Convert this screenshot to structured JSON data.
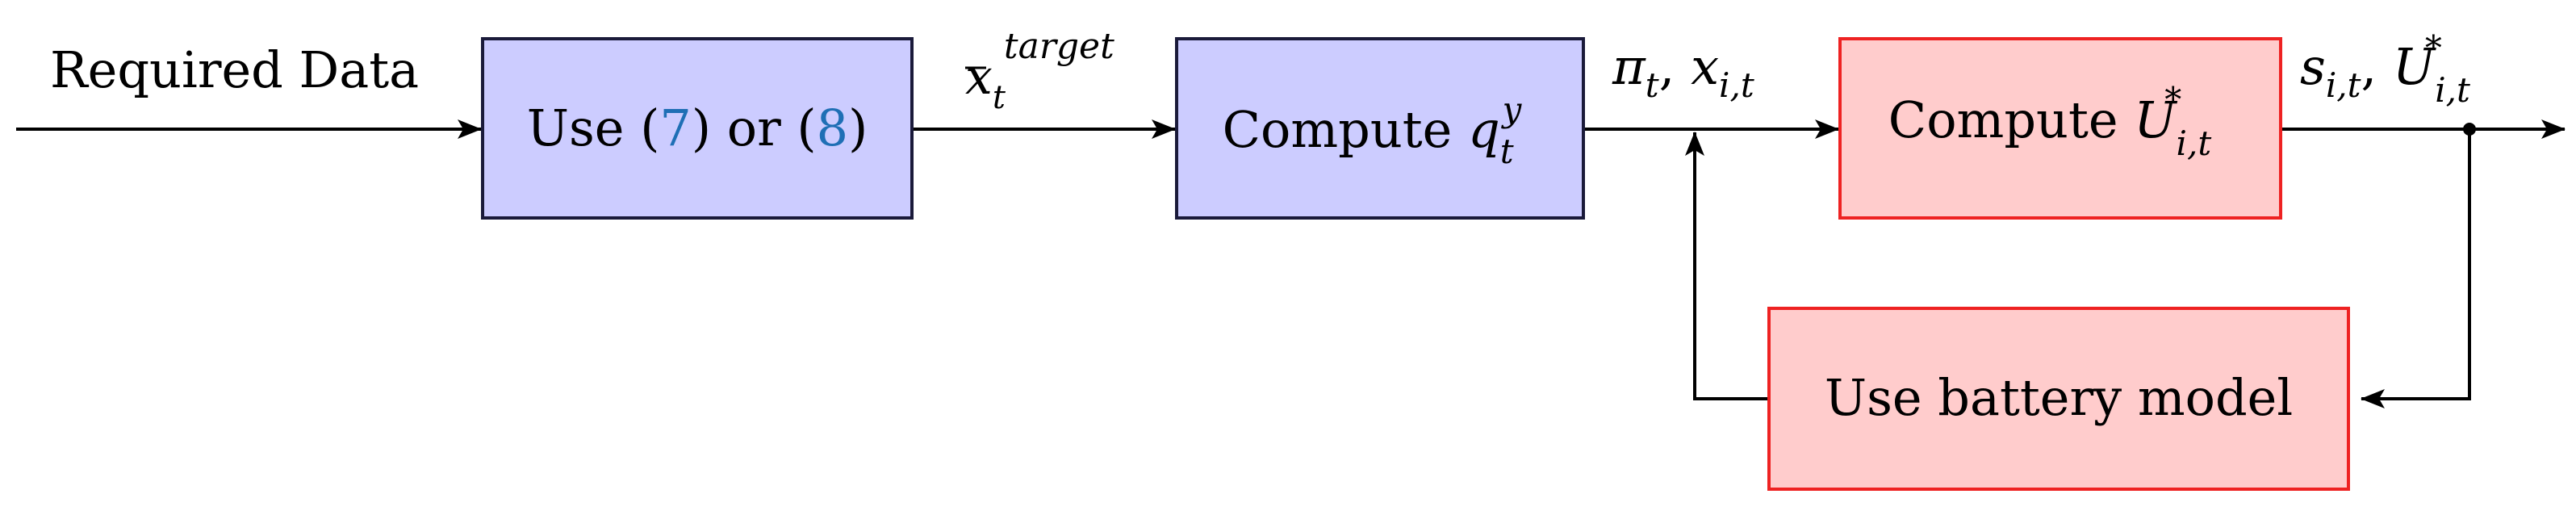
{
  "input_label": "Required Data",
  "blocks": {
    "use_eq": {
      "prefix": "Use (",
      "ref1": "7",
      "middle": ") or (",
      "ref2": "8",
      "suffix": ")"
    },
    "compute_q": {
      "text": "Compute ",
      "var": "q",
      "sub": "t",
      "sup": "y"
    },
    "compute_u": {
      "text": "Compute ",
      "var": "U",
      "sub": "i,t",
      "sup": "*"
    },
    "battery": {
      "text": "Use battery model"
    }
  },
  "signals": {
    "x_target": {
      "var": "x",
      "sub": "t",
      "sup": "target"
    },
    "pi_x": {
      "pi": "π",
      "pi_sub": "t",
      "sep": ", ",
      "x": "x",
      "x_sub": "i,t"
    },
    "s_u": {
      "s": "s",
      "s_sub": "i,t",
      "sep": ", ",
      "u": "U",
      "u_sub": "i,t",
      "u_sup": "*"
    }
  },
  "colors": {
    "blue_fill": "#ccccff",
    "blue_stroke": "#1a1a3a",
    "red_fill": "#ffcccc",
    "red_stroke": "#ee2222",
    "ref": "#1f6fb5"
  }
}
